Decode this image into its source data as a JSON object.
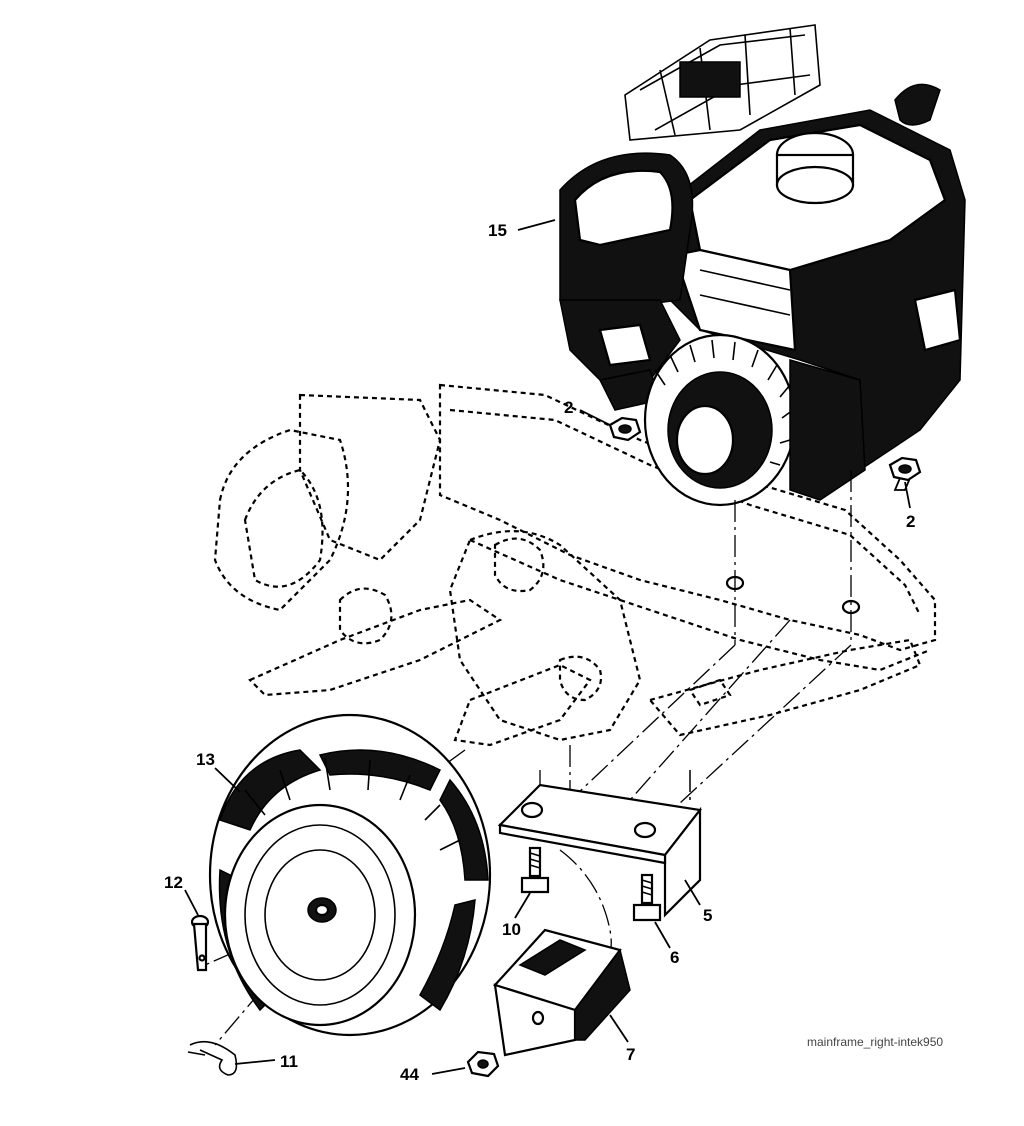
{
  "diagram": {
    "caption": "mainframe_right-intek950",
    "callouts": {
      "c15": "15",
      "c2a": "2",
      "c2b": "2",
      "c13": "13",
      "c12": "12",
      "c10": "10",
      "c5": "5",
      "c6": "6",
      "c7": "7",
      "c11": "11",
      "c44": "44"
    }
  }
}
